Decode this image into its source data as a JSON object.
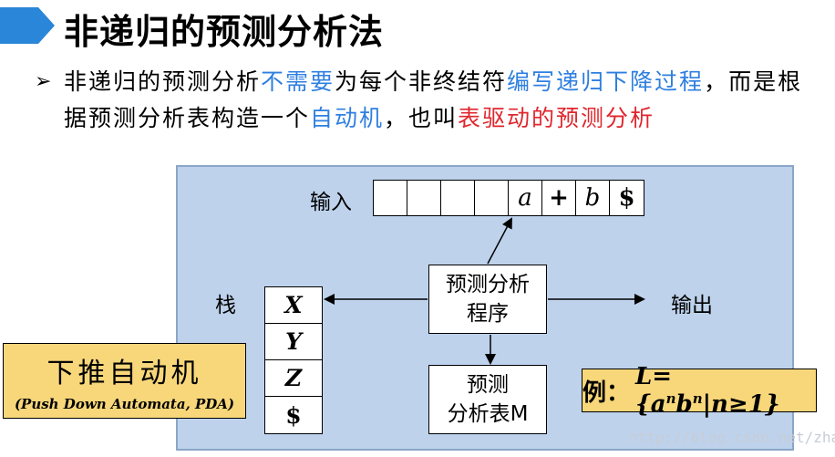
{
  "title": "非递归的预测分析法",
  "bullet": {
    "marker": "➢",
    "segments": [
      {
        "text": "非递归的预测分析",
        "color": "black"
      },
      {
        "text": "不需要",
        "color": "blue"
      },
      {
        "text": "为每个非终结符",
        "color": "black"
      },
      {
        "text": "编写递归下降过程",
        "color": "blue"
      },
      {
        "text": "，而是根据预测分析表构造一个",
        "color": "black"
      },
      {
        "text": "自动机",
        "color": "blue"
      },
      {
        "text": "，也叫",
        "color": "black"
      },
      {
        "text": "表驱动的预测分析",
        "color": "red"
      }
    ]
  },
  "diagram": {
    "input_label": "输入",
    "input_cells": [
      "",
      "",
      "",
      "",
      "a",
      "+",
      "b",
      "$"
    ],
    "stack_label": "栈",
    "stack_cells": [
      "X",
      "Y",
      "Z",
      "$"
    ],
    "program_line1": "预测分析",
    "program_line2": "程序",
    "output_label": "输出",
    "table_line1": "预测",
    "table_line2": "分析表M"
  },
  "pda": {
    "title": "下推自动机",
    "subtitle": "(Push Down Automata, PDA)"
  },
  "example": {
    "prefix": "例：",
    "formula_parts": [
      "L={a",
      "n",
      "b",
      "n",
      "|n≥1}"
    ]
  },
  "watermark": "http://blog.csdn.net/zhao_h"
}
